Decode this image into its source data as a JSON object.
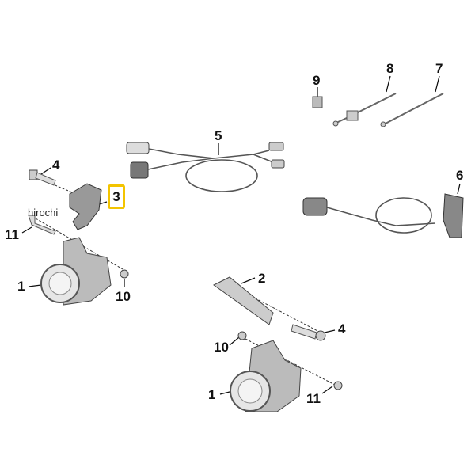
{
  "diagram": {
    "watermark": "hirochi",
    "highlighted_part": "3",
    "highlight_color": "#f3c400",
    "labels": {
      "p9": "9",
      "p8": "8",
      "p7": "7",
      "p5": "5",
      "p6": "6",
      "p4a": "4",
      "p3": "3",
      "p11a": "11",
      "p1a": "1",
      "p10a": "10",
      "p2": "2",
      "p4b": "4",
      "p10b": "10",
      "p1b": "1",
      "p11b": "11"
    }
  }
}
